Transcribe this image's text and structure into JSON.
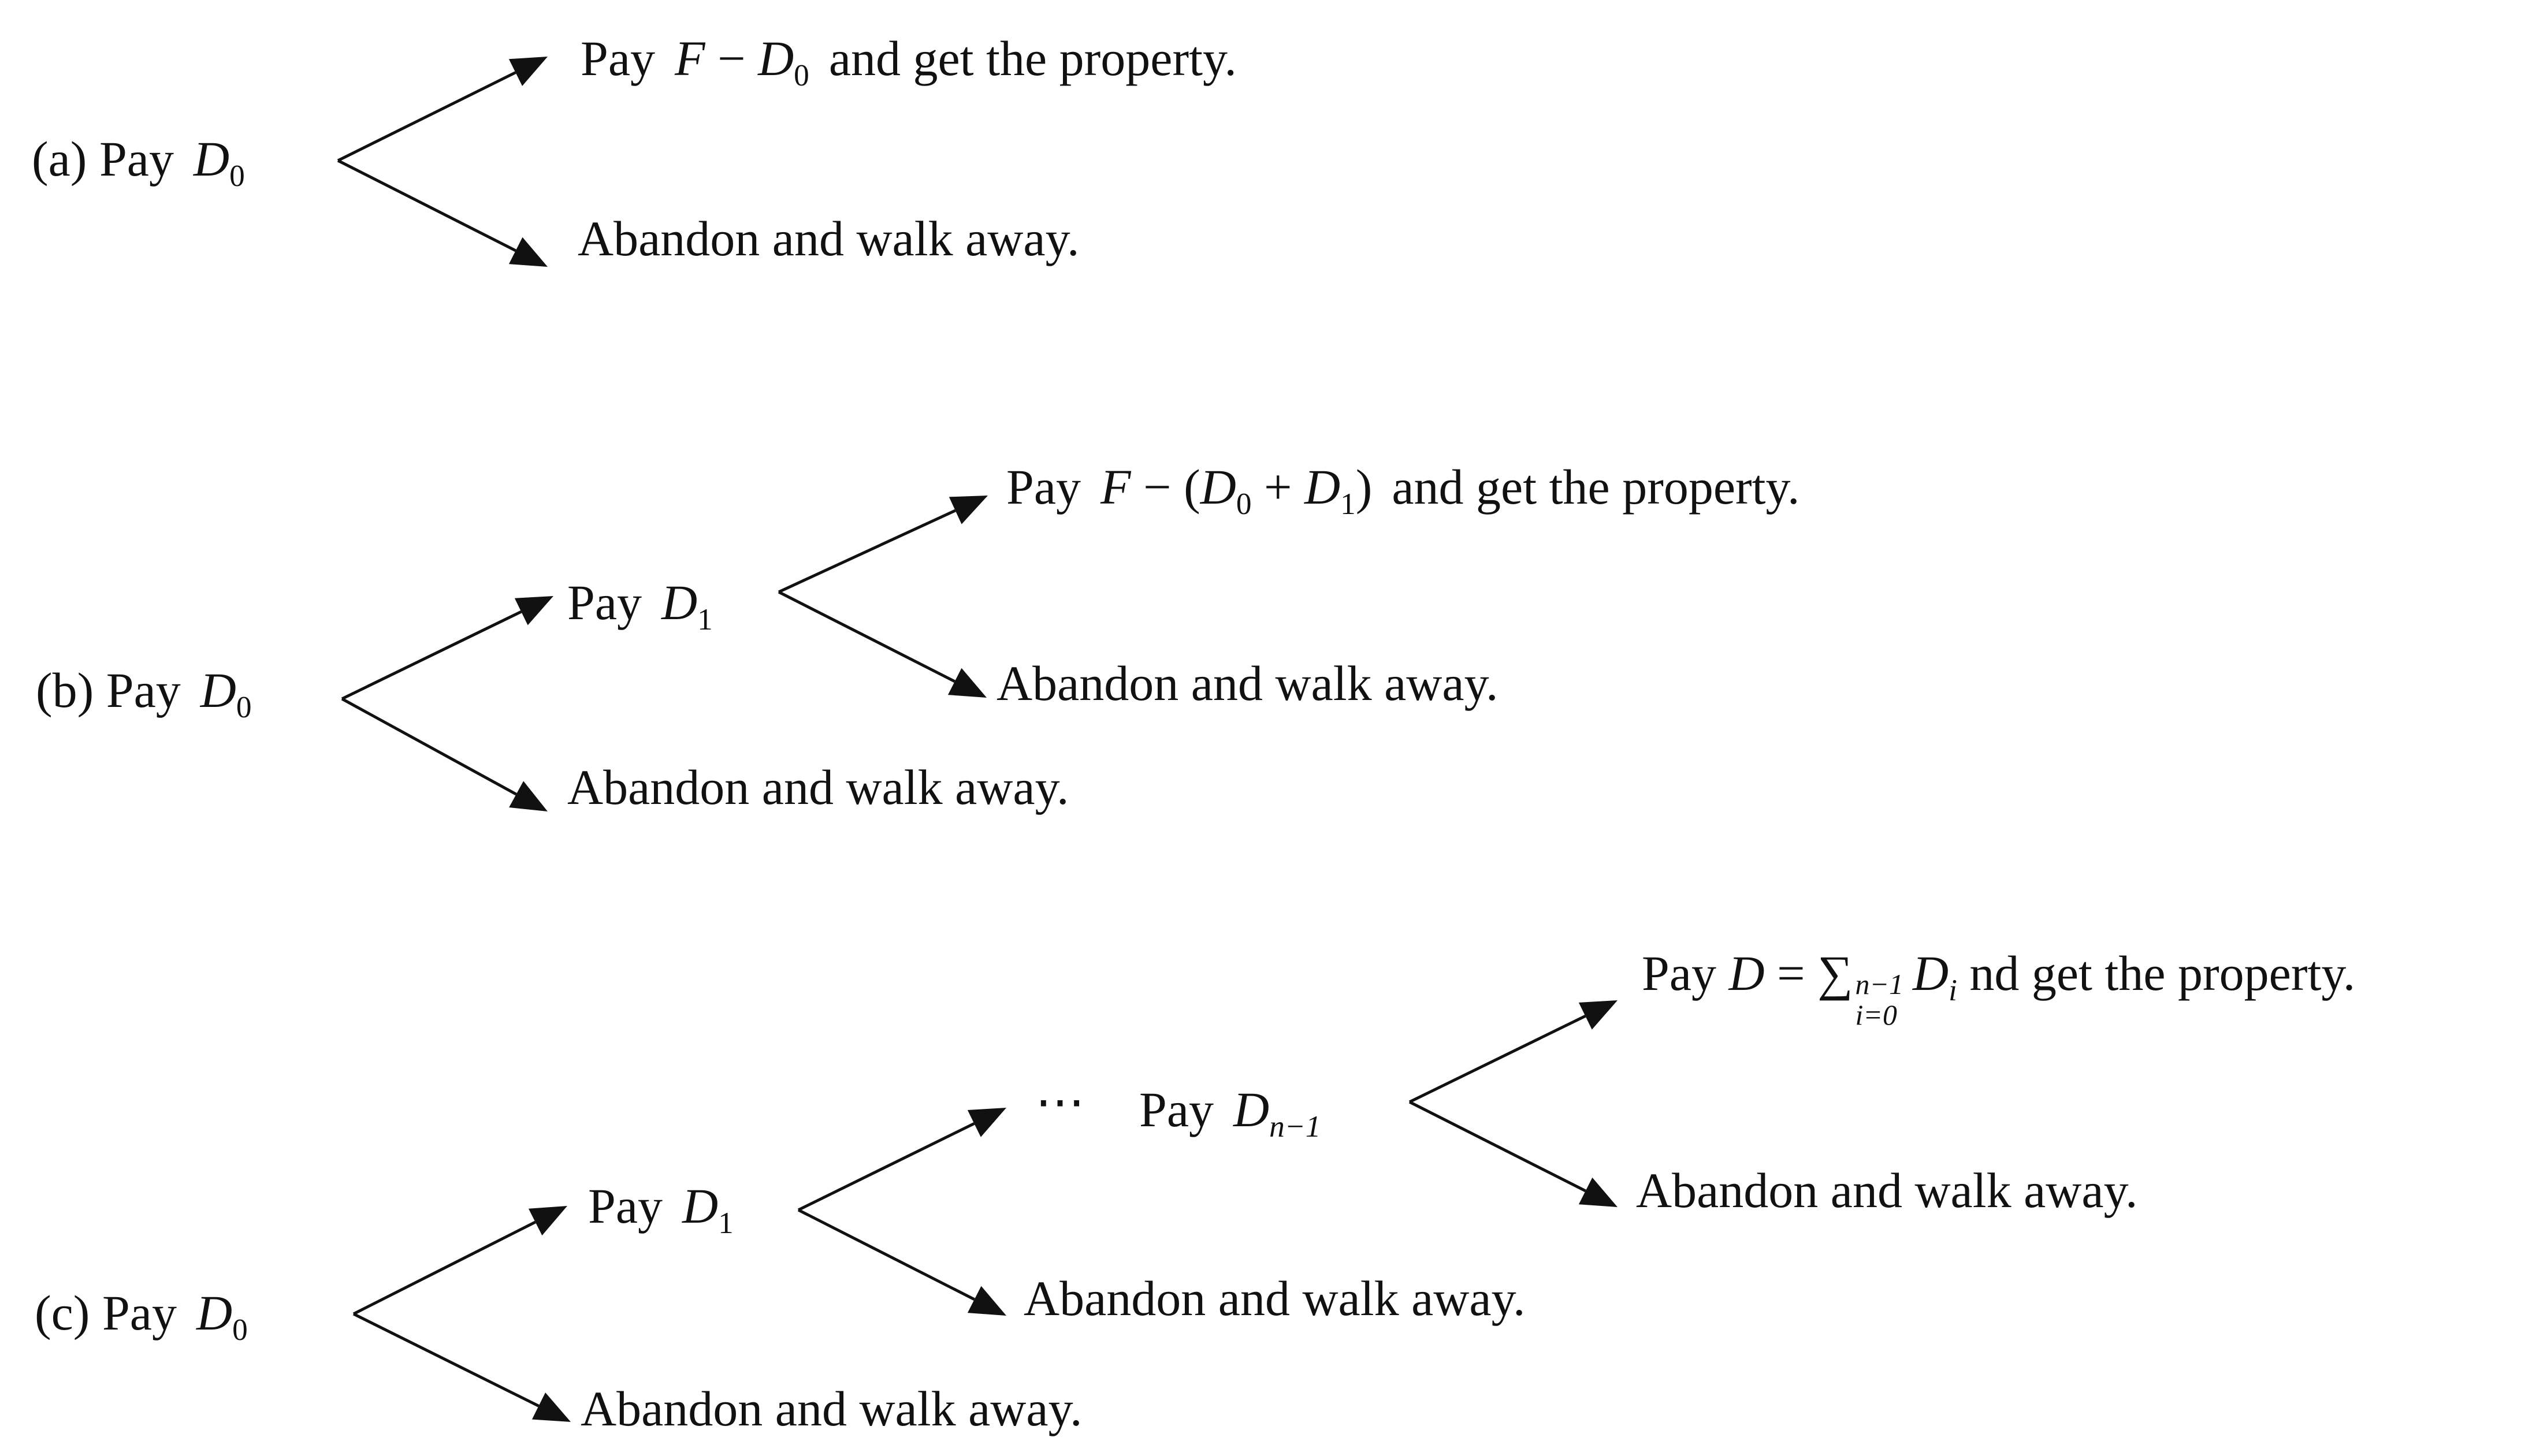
{
  "colors": {
    "ink": "#111111",
    "background": "#ffffff"
  },
  "panels": {
    "a": {
      "root": {
        "prefix": "(a) Pay",
        "var": "D",
        "sub": "0"
      },
      "pay_branch": {
        "word": "Pay",
        "expr_F": "F",
        "expr_minus": "−",
        "expr_D": "D",
        "expr_sub": "0",
        "tail": "and get the property."
      },
      "abandon": "Abandon and walk away."
    },
    "b": {
      "root": {
        "prefix": "(b) Pay",
        "var": "D",
        "sub": "0"
      },
      "node1": {
        "word": "Pay",
        "var": "D",
        "sub": "1"
      },
      "pay_branch": {
        "word": "Pay",
        "expr_F": "F",
        "expr_minus": "−",
        "expr_open": "(",
        "expr_D0": "D",
        "expr_sub0": "0",
        "expr_plus": "+",
        "expr_D1": "D",
        "expr_sub1": "1",
        "expr_close": ")",
        "tail": "and get the property."
      },
      "abandon_inner": "Abandon and walk away.",
      "abandon_outer": "Abandon and walk away."
    },
    "c": {
      "root": {
        "prefix": "(c) Pay",
        "var": "D",
        "sub": "0"
      },
      "node1": {
        "word": "Pay",
        "var": "D",
        "sub": "1"
      },
      "ellipsis": "⋯",
      "noden": {
        "word": "Pay",
        "var": "D",
        "sub": "n−1"
      },
      "pay_branch": {
        "word": "Pay",
        "var_D": "D",
        "equals": "=",
        "sum": "∑",
        "sum_upper": "n−1",
        "sum_lower": "i=0",
        "term": "D",
        "term_sub": "i",
        "tail": "nd get the property."
      },
      "abandon_final": "Abandon and walk away.",
      "abandon_mid": "Abandon and walk away.",
      "abandon_outer": "Abandon and walk away."
    }
  }
}
